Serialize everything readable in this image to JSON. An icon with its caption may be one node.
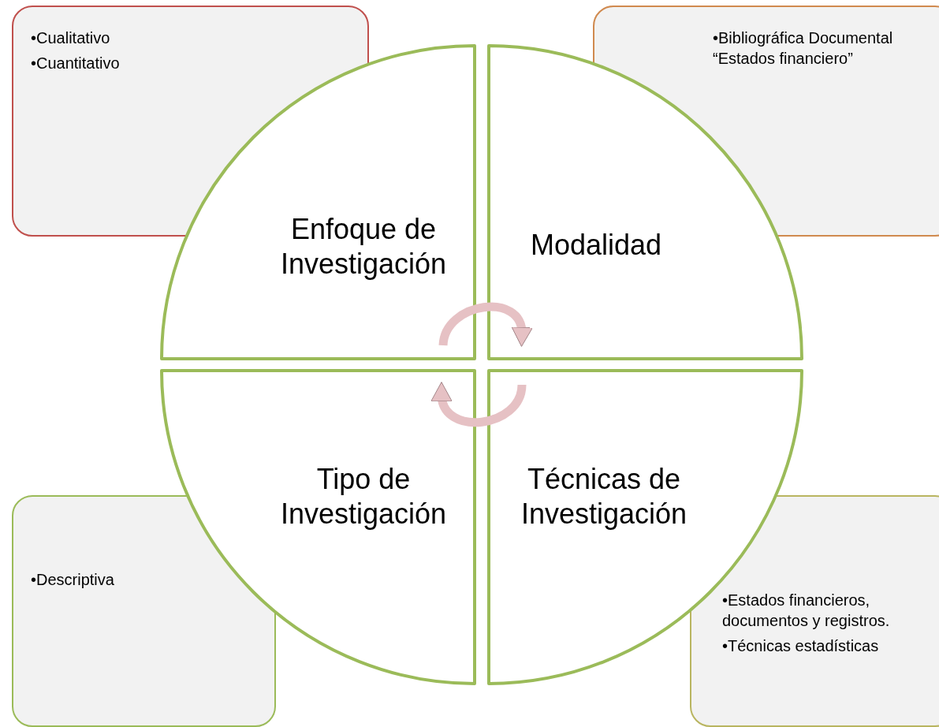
{
  "diagram": {
    "nodes": [
      {
        "text": [
          "•Cualitativo",
          "•Cuantitativo"
        ]
      },
      {
        "text": [
          "•Bibliográfica Documental “Estados financiero”"
        ]
      },
      {
        "text": [
          "Enfoque de Investigación"
        ]
      },
      {
        "text": [
          "Modalidad"
        ]
      },
      {
        "text": [
          "Tipo de Investigación"
        ]
      },
      {
        "text": [
          "Técnicas de Investigación"
        ]
      },
      {
        "text": [
          "•Descriptiva"
        ]
      },
      {
        "text": [
          "•Estados financieros, documentos y registros.",
          "•Técnicas estadísticas"
        ]
      }
    ],
    "edges": [
      {
        "from": 2,
        "to": 3,
        "arrow": "to"
      },
      {
        "from": 5,
        "to": 4,
        "arrow": "to"
      }
    ]
  }
}
